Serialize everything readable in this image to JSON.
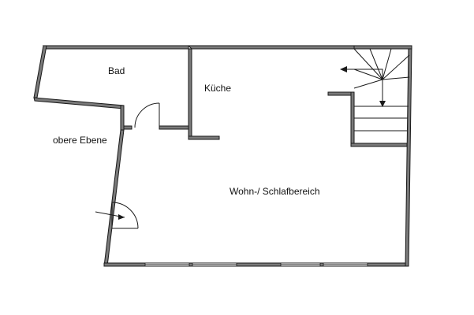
{
  "rooms": {
    "bad": "Bad",
    "kueche": "Küche",
    "obere_ebene": "obere Ebene",
    "wohn_schlaf": "Wohn-/ Schlafbereich"
  },
  "colors": {
    "wall_fill": "#7a7a7a",
    "line": "#1a1a1a",
    "background": "#ffffff"
  }
}
